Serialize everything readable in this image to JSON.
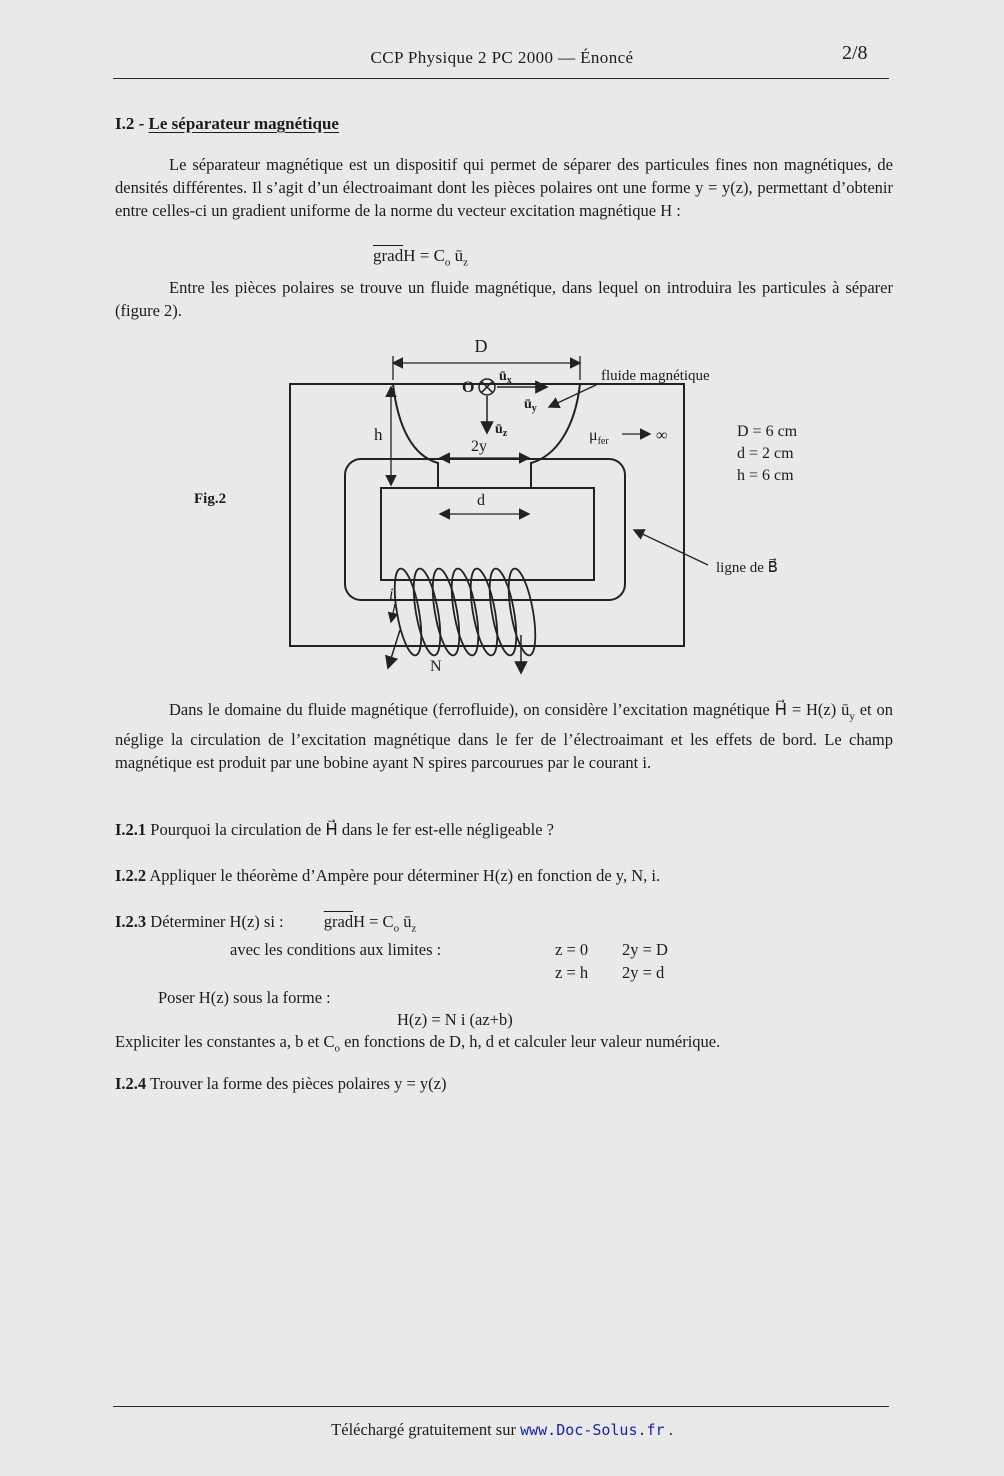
{
  "page": {
    "header": {
      "title": "CCP Physique 2 PC 2000 — Énoncé",
      "page_number": "2/8"
    },
    "footer": {
      "text": "Téléchargé gratuitement sur ",
      "link": "www.Doc-Solus.fr",
      "suffix": " ."
    }
  },
  "section": {
    "number": "I.2 - ",
    "title": "Le séparateur magnétique"
  },
  "paragraphs": {
    "p1": "Le séparateur magnétique est un dispositif qui permet de séparer des particules fines non magnétiques, de densités différentes. Il s’agit d’un électroaimant dont les pièces polaires ont une forme y = y(z), permettant d’obtenir entre celles-ci un gradient uniforme de la norme du vecteur excitation magnétique H :",
    "p2": "Entre les pièces polaires se trouve un fluide magnétique, dans lequel on introduira les particules à séparer (figure 2).",
    "p3a": "Dans le domaine du fluide magnétique (ferrofluide), on considère l’excitation magnétique",
    "p3b": "et on néglige la circulation de l’excitation magnétique dans le fer de l’électroaimant et les effets de bord. Le champ magnétique est produit par une bobine ayant N spires parcourues par le courant i."
  },
  "equations": {
    "grad": {
      "grad": "grad",
      "mid": "H = C",
      "sub0": "o",
      "u": " ū",
      "subz": "z"
    },
    "hvec": {
      "h": "H⃗",
      "mid": " = H(z) ū",
      "suby": "y"
    }
  },
  "questions": {
    "q121": {
      "num": "I.2.1",
      "text": "Pourquoi la circulation de H⃗  dans le fer est-elle négligeable ?"
    },
    "q122": {
      "num": "I.2.2",
      "text": "Appliquer le théorème d’Ampère pour déterminer H(z) en fonction de y, N, i."
    },
    "q123": {
      "num": "I.2.3",
      "intro": "Déterminer H(z) si :",
      "cond_label": "avec les conditions aux limites :",
      "cond": [
        {
          "z": "z = 0",
          "y": "2y = D"
        },
        {
          "z": "z = h",
          "y": "2y = d"
        }
      ],
      "poser": "Poser H(z) sous la forme :",
      "forme": "H(z) = N i (az+b)",
      "expl_a": "Expliciter les constantes a, b et C",
      "expl_sub": "o",
      "expl_b": " en fonctions de D, h, d et calculer leur valeur numérique."
    },
    "q124": {
      "num": "I.2.4",
      "text": "Trouver la forme des pièces polaires y = y(z)"
    }
  },
  "figure": {
    "caption": "Fig.2",
    "dim_D": "D",
    "origin": "O",
    "ux": "ū",
    "ux_sub": "x",
    "uy": "ū",
    "uy_sub": "y",
    "uz": "ū",
    "uz_sub": "z",
    "fluide_label": "fluide magnétique",
    "dim_h": "h",
    "dim_2y": "2y",
    "mu": "μ",
    "mu_sub": "fer",
    "infinity": "∞",
    "dim_d": "d",
    "values": [
      "D = 6 cm",
      "d = 2 cm",
      "h = 6 cm"
    ],
    "ligne_B": "ligne de B⃗",
    "current": "i",
    "turns": "N"
  }
}
